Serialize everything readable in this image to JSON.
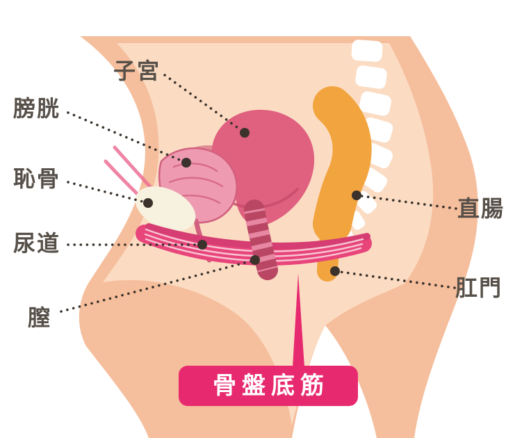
{
  "labels": {
    "uterus": "子宮",
    "bladder": "膀胱",
    "pubic_bone": "恥骨",
    "urethra": "尿道",
    "vagina": "膣",
    "rectum": "直腸",
    "anus": "肛門"
  },
  "badge": {
    "label": "骨盤底筋"
  },
  "colors": {
    "skin": "#F5BE9C",
    "skin-light": "#FBDCC3",
    "bone": "#FFFFFF",
    "pubic-bone": "#F7F2DF",
    "uterus": "#E0607F",
    "uterus-deep": "#C74B6B",
    "bladder": "#EE9BB1",
    "bladder-line": "#D2607F",
    "canal": "#B94763",
    "canal-stripe": "#E887A3",
    "muscle": "#E8457B",
    "muscle-dark": "#D63D72",
    "muscle-stripe": "#F9C3D3",
    "rectum": "#F2A43E",
    "badge": "#E72A6F",
    "badge-text": "#FFFFFF",
    "label": "#575049",
    "dot": "#3A322B",
    "background": "#FFFFFF",
    "belly-line": "#EC6F95"
  }
}
